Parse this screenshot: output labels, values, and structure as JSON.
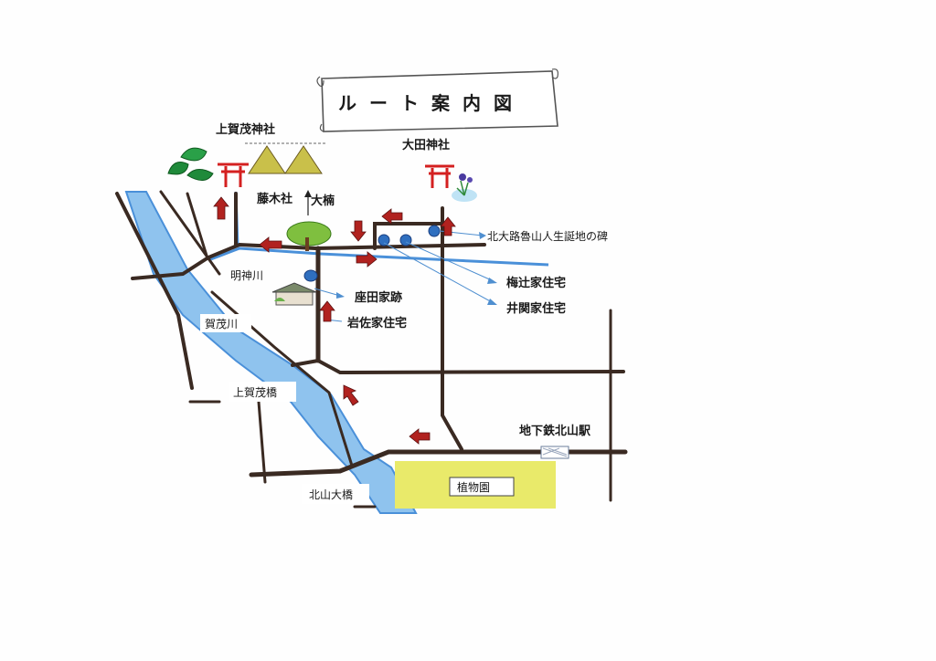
{
  "title": "ルート案内図",
  "places": {
    "kamigamo_shrine": "上賀茂神社",
    "ota_shrine": "大田神社",
    "fujinoki_shrine": "藤木社",
    "big_camphor": "大楠",
    "myojin_river": "明神川",
    "kamo_river": "賀茂川",
    "kamigamo_bridge": "上賀茂橋",
    "kitayama_bridge": "北山大橋",
    "botanical_garden": "植物園",
    "kitayama_station": "地下鉄北山駅",
    "rosanjin_monument": "北大路魯山人生誕地の碑",
    "umetsuji_house": "梅辻家住宅",
    "izeki_house": "井関家住宅",
    "zata_ruins": "座田家跡",
    "iwasa_house": "岩佐家住宅"
  },
  "colors": {
    "road": "#3a2a22",
    "river": "#4a90d9",
    "river_fill": "#8fc3ee",
    "arrow": "#b1221f",
    "torii": "#d42020",
    "park": "#e9ea6a",
    "marker": "#2f6fbf",
    "leader": "#4f8fd0"
  },
  "icons": [
    "torii-icon",
    "aoi-leaf-icon",
    "tatesuna-cone-icon",
    "camphor-tree-icon",
    "iris-icon",
    "house-icon",
    "direction-arrow-icon",
    "location-marker-icon"
  ]
}
